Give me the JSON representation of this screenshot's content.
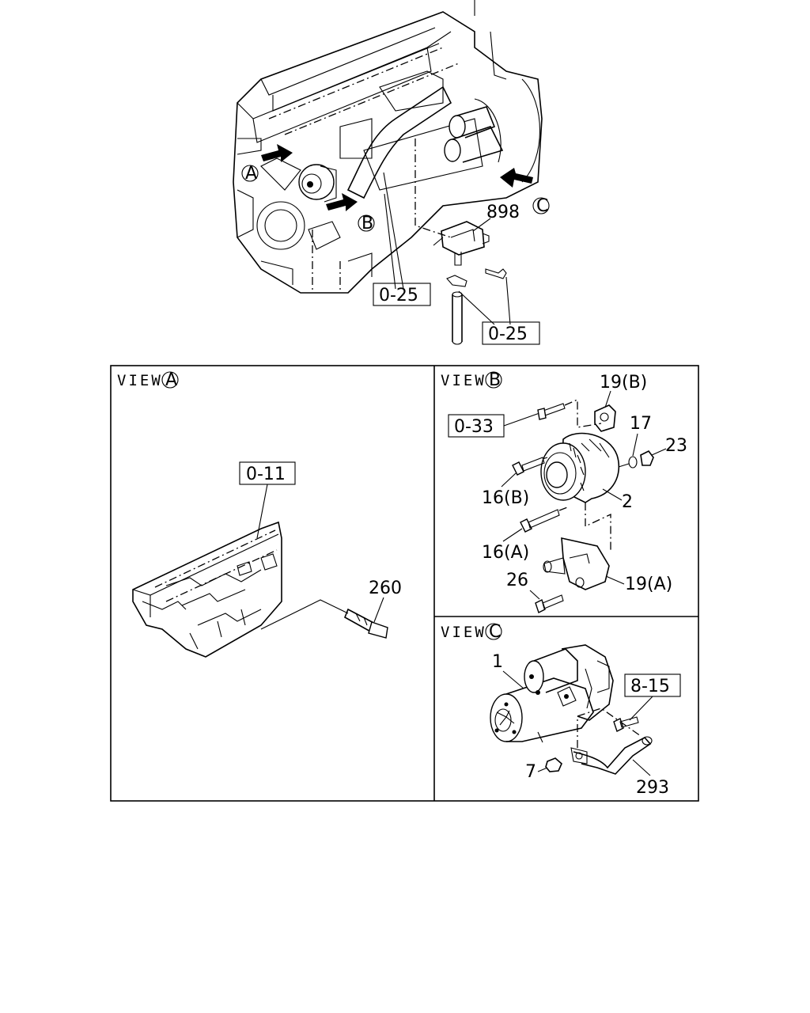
{
  "overview": {
    "view_markers": {
      "a": "A",
      "b": "B",
      "c": "C"
    },
    "part_898": "898",
    "ref_025_left": "0-25",
    "ref_025_right": "0-25"
  },
  "view_a": {
    "title_prefix": "VIEW",
    "marker": "A",
    "ref_011": "0-11",
    "part_260": "260"
  },
  "view_b": {
    "title_prefix": "VIEW",
    "marker": "B",
    "ref_033": "0-33",
    "part_19b": "19(B)",
    "part_17": "17",
    "part_23": "23",
    "part_16b": "16(B)",
    "part_2": "2",
    "part_16a": "16(A)",
    "part_26": "26",
    "part_19a": "19(A)"
  },
  "view_c": {
    "title_prefix": "VIEW",
    "marker": "C",
    "part_1": "1",
    "ref_815": "8-15",
    "part_7": "7",
    "part_293": "293"
  }
}
